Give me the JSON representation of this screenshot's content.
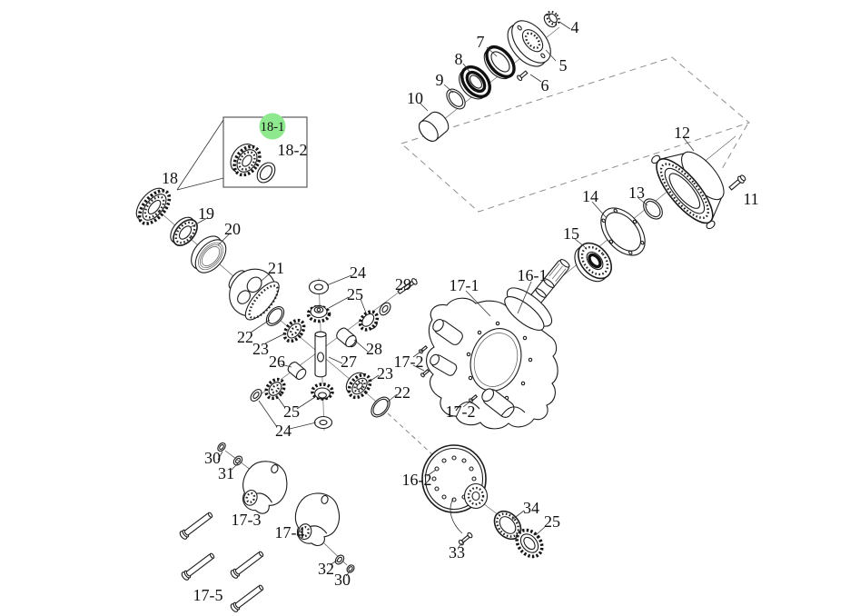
{
  "highlight": {
    "color": "#8ee88e"
  },
  "labels": {
    "p4": "4",
    "p5": "5",
    "p6": "6",
    "p7": "7",
    "p8": "8",
    "p9": "9",
    "p10": "10",
    "p11": "11",
    "p12": "12",
    "p13": "13",
    "p14": "14",
    "p15": "15",
    "p16_1": "16-1",
    "p16_2": "16-2",
    "p17_1": "17-1",
    "p17_2a": "17-2",
    "p17_2b": "17-2",
    "p17_3": "17-3",
    "p17_4": "17-4",
    "p17_5": "17-5",
    "p18": "18",
    "p18_1": "18-1",
    "p18_2": "18-2",
    "p19": "19",
    "p20": "20",
    "p21": "21",
    "p22a": "22",
    "p22b": "22",
    "p23a": "23",
    "p23b": "23",
    "p24a": "24",
    "p24b": "24",
    "p25a": "25",
    "p25b": "25",
    "p25c": "25",
    "p26": "26",
    "p27": "27",
    "p28": "28",
    "p29": "29",
    "p30a": "30",
    "p30b": "30",
    "p31": "31",
    "p32": "32",
    "p33": "33",
    "p34": "34"
  }
}
